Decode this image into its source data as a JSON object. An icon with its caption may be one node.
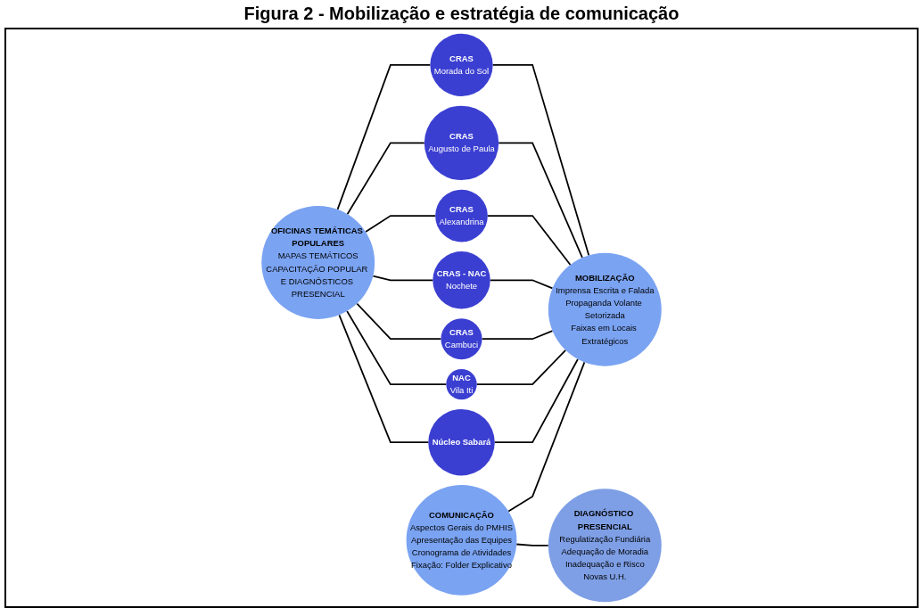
{
  "diagram": {
    "title": "Figura 2 - Mobilização e estratégia de comunicação",
    "nodes": [
      {
        "text": [
          "OFICINAS TEMÁTICAS POPULARES",
          "MAPAS TEMÁTICOS",
          "CAPACITAÇÃO POPULAR E DIAGNÓSTICOS PRESENCIAL"
        ]
      },
      {
        "text": [
          "CRAS",
          "Morada do Sol"
        ]
      },
      {
        "text": [
          "CRAS",
          "Augusto de Paula"
        ]
      },
      {
        "text": [
          "CRAS",
          "Alexandrina"
        ]
      },
      {
        "text": [
          "CRAS - NAC",
          "Nochete"
        ]
      },
      {
        "text": [
          "CRAS",
          "Cambuci"
        ]
      },
      {
        "text": [
          "NAC",
          "Vila Iti"
        ]
      },
      {
        "text": [
          "Núcleo Sabará"
        ]
      },
      {
        "text": [
          "COMUNICAÇÃO",
          "Aspectos Gerais do PMHIS",
          "Apresentação das Equipes",
          "Cronograma de Atividades",
          "Fixação: Folder Explicativo"
        ]
      },
      {
        "text": [
          "DIAGNÓSTICO PRESENCIAL",
          "Regulatização Fundiária",
          "Adequação de Moradia",
          "Inadequação e Risco",
          "Novas U.H."
        ]
      },
      {
        "text": [
          "MOBILIZAÇÃO",
          "Imprensa Escrita e Falada",
          "Propaganda Volante Setorizada",
          "Faixas em Locais Extratégicos"
        ]
      }
    ],
    "edges": [
      {
        "from": 0,
        "to": 1,
        "arrow": "none"
      },
      {
        "from": 0,
        "to": 2,
        "arrow": "none"
      },
      {
        "from": 0,
        "to": 3,
        "arrow": "none"
      },
      {
        "from": 0,
        "to": 4,
        "arrow": "none"
      },
      {
        "from": 0,
        "to": 5,
        "arrow": "none"
      },
      {
        "from": 0,
        "to": 6,
        "arrow": "none"
      },
      {
        "from": 0,
        "to": 7,
        "arrow": "none"
      },
      {
        "from": 1,
        "to": 10,
        "arrow": "none"
      },
      {
        "from": 2,
        "to": 10,
        "arrow": "none"
      },
      {
        "from": 3,
        "to": 10,
        "arrow": "none"
      },
      {
        "from": 4,
        "to": 10,
        "arrow": "none"
      },
      {
        "from": 5,
        "to": 10,
        "arrow": "none"
      },
      {
        "from": 6,
        "to": 10,
        "arrow": "none"
      },
      {
        "from": 7,
        "to": 10,
        "arrow": "none"
      },
      {
        "from": 8,
        "to": 10,
        "arrow": "none"
      },
      {
        "from": 8,
        "to": 9,
        "arrow": "none"
      }
    ]
  }
}
